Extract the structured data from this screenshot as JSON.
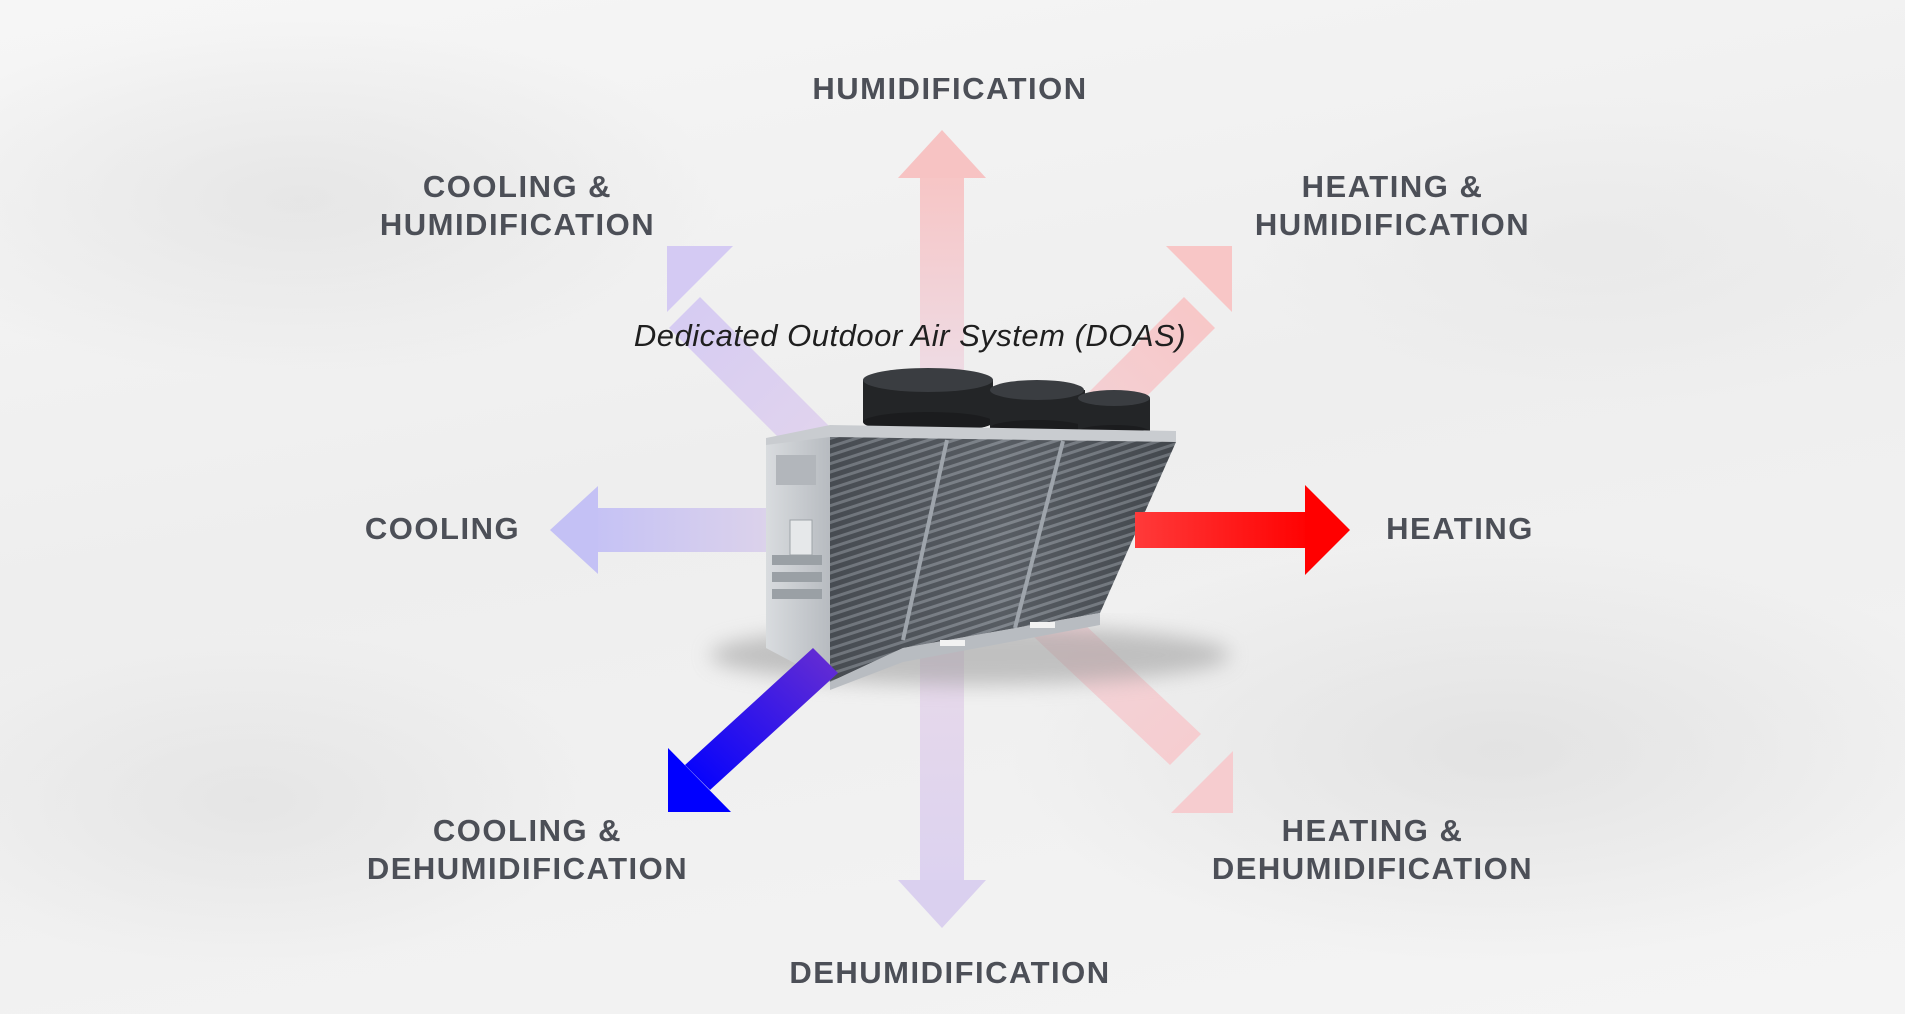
{
  "title": "Dedicated Outdoor Air System (DOAS)",
  "labels": {
    "humidification": "HUMIDIFICATION",
    "cooling_humidification_1": "COOLING &",
    "cooling_humidification_2": "HUMIDIFICATION",
    "heating_humidification_1": "HEATING &",
    "heating_humidification_2": "HUMIDIFICATION",
    "cooling": "COOLING",
    "heating": "HEATING",
    "cooling_dehumidification_1": "COOLING &",
    "cooling_dehumidification_2": "DEHUMIDIFICATION",
    "heating_dehumidification_1": "HEATING &",
    "heating_dehumidification_2": "DEHUMIDIFICATION",
    "dehumidification": "DEHUMIDIFICATION"
  },
  "colors": {
    "text": "#4c4f57",
    "heating_active": "#ff0000",
    "cooling_dehumidification_active": "#0000ff",
    "faded_red": "#f5c4c4",
    "faded_purple": "#d9cdee",
    "faded_blue": "#c9c6f2"
  },
  "active_directions": [
    "heating",
    "cooling-dehumidification"
  ]
}
